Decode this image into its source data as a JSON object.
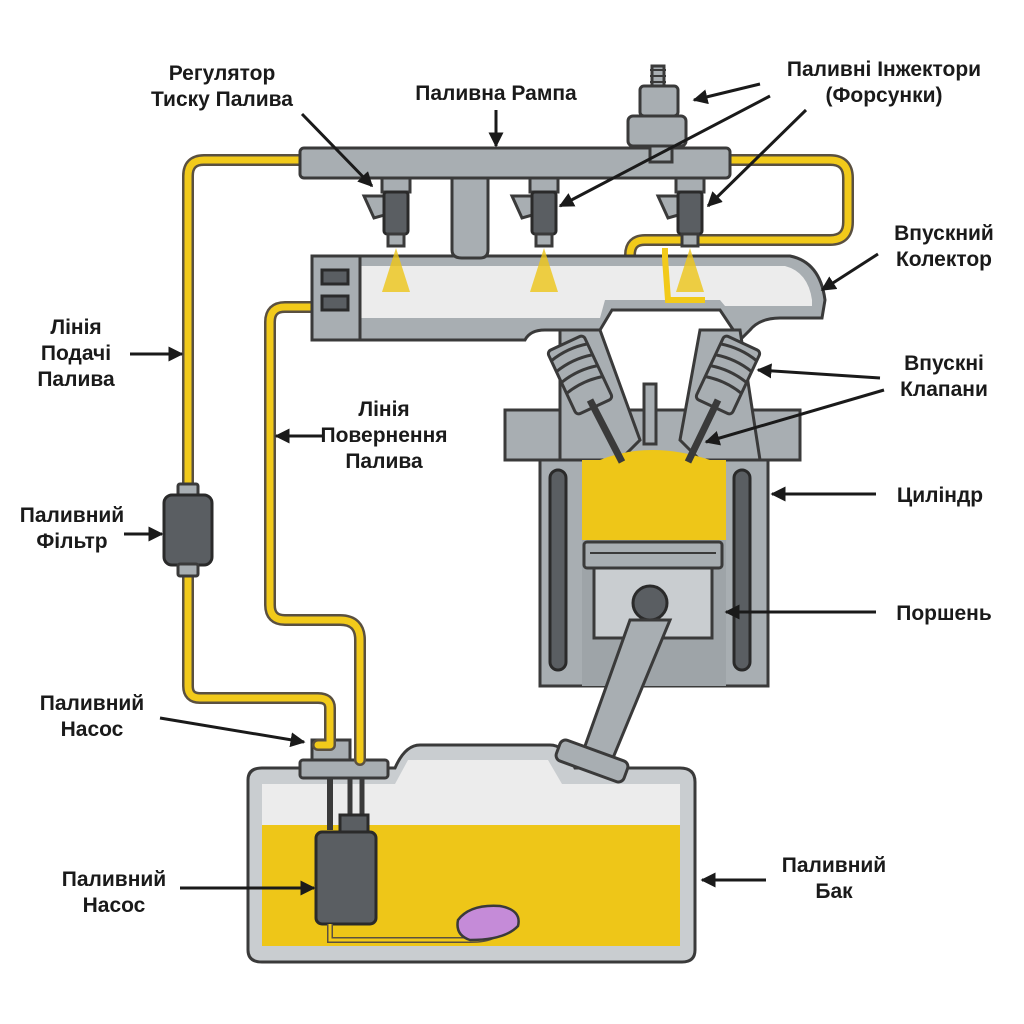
{
  "colors": {
    "fuel": "#eec618",
    "metal": "#a8aeb2",
    "dark_metal": "#5a5e62",
    "float": "#c58bd8"
  },
  "labels": {
    "pressure_regulator": [
      "Регулятор",
      "Тиску Палива"
    ],
    "fuel_rail": [
      "Паливна Рампа"
    ],
    "injectors": [
      "Паливні Інжектори",
      "(Форсунки)"
    ],
    "intake_manifold": [
      "Впускний",
      "Колектор"
    ],
    "supply_line": [
      "Лінія",
      "Подачі",
      "Палива"
    ],
    "return_line": [
      "Лінія",
      "Повернення",
      "Палива"
    ],
    "intake_valves": [
      "Впускні",
      "Клапани"
    ],
    "cylinder": [
      "Циліндр"
    ],
    "fuel_filter": [
      "Паливний",
      "Фільтр"
    ],
    "piston": [
      "Поршень"
    ],
    "fuel_pump_top": [
      "Паливний",
      "Насос"
    ],
    "fuel_pump_bottom": [
      "Паливний",
      "Насос"
    ],
    "fuel_tank": [
      "Паливний",
      "Бак"
    ]
  }
}
